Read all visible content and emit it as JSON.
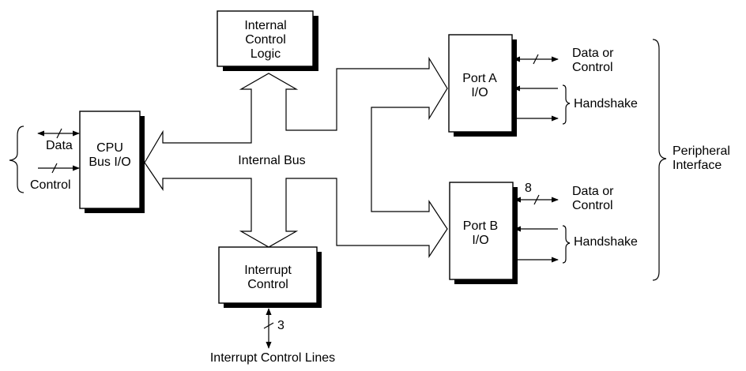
{
  "blocks": {
    "internal_control": [
      "Internal",
      "Control",
      "Logic"
    ],
    "cpu": [
      "CPU",
      "Bus I/O"
    ],
    "interrupt": [
      "Interrupt",
      "Control"
    ],
    "port_a": [
      "Port A",
      "I/O"
    ],
    "port_b": [
      "Port B",
      "I/O"
    ]
  },
  "labels": {
    "internal_bus": "Internal Bus",
    "cpu_data": "Data",
    "cpu_control": "Control",
    "port_a_data": [
      "Data or",
      "Control"
    ],
    "port_a_handshake": "Handshake",
    "port_b_data": [
      "Data or",
      "Control"
    ],
    "port_b_handshake": "Handshake",
    "port_b_width": "8",
    "interrupt_width": "3",
    "interrupt_lines": "Interrupt Control Lines",
    "peripheral": [
      "Peripheral",
      "Interface"
    ]
  }
}
